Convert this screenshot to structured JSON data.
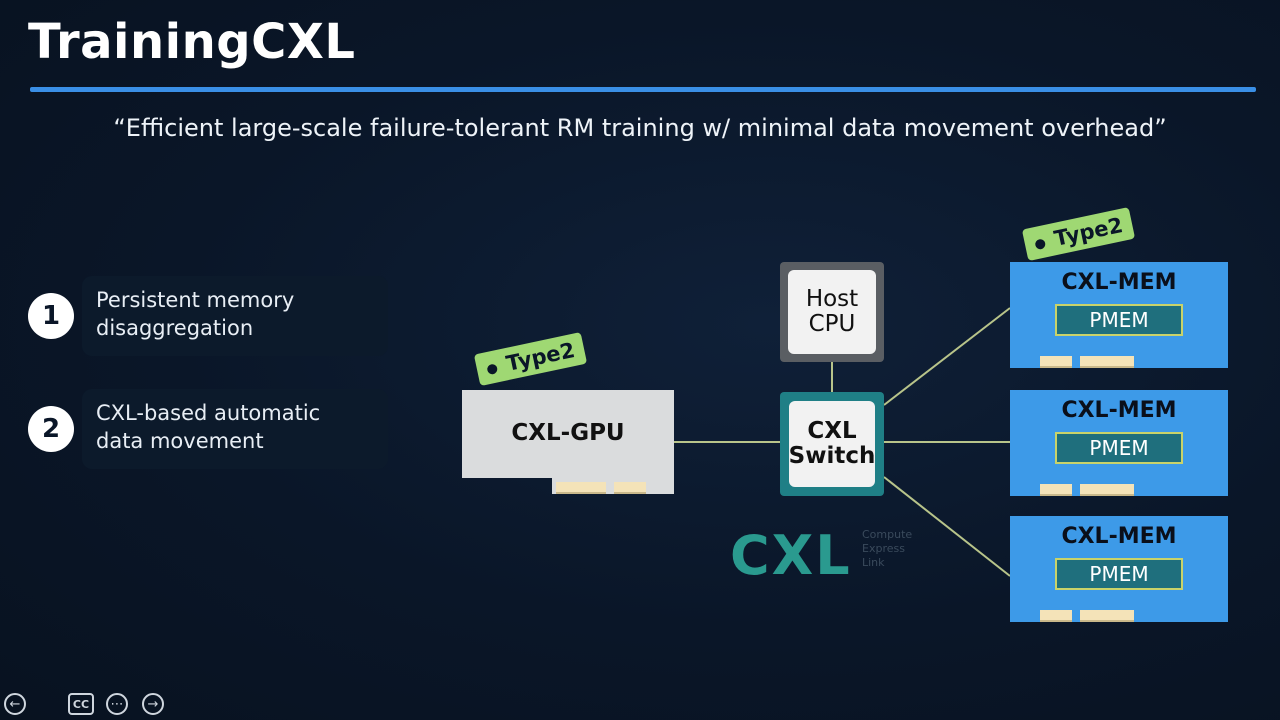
{
  "slide": {
    "title": "TrainingCXL",
    "subtitle": "“Efficient large-scale failure-tolerant RM training w/ minimal data movement overhead”"
  },
  "items": [
    {
      "number": "1",
      "line1": "Persistent memory",
      "line2": "disaggregation"
    },
    {
      "number": "2",
      "line1": "CXL-based automatic",
      "line2": "data movement"
    }
  ],
  "diagram": {
    "gpu": {
      "label": "CXL-GPU",
      "tag": "Type2"
    },
    "host": {
      "line1": "Host",
      "line2": "CPU"
    },
    "switch": {
      "line1": "CXL",
      "line2": "Switch"
    },
    "memories": [
      {
        "label": "CXL-MEM",
        "inner": "PMEM",
        "tag": "Type2"
      },
      {
        "label": "CXL-MEM",
        "inner": "PMEM"
      },
      {
        "label": "CXL-MEM",
        "inner": "PMEM"
      }
    ],
    "logo": {
      "text": "CXL",
      "sub1": "Compute",
      "sub2": "Express",
      "sub3": "Link"
    }
  },
  "colors": {
    "background": "#0a1628",
    "accent_rule": "#3a8fe6",
    "mem_blue": "#3d9ae8",
    "tag_green": "#9fd873",
    "switch_teal": "#1f7f86",
    "link_line": "#b8c48a"
  },
  "controls": {
    "prev": "back-arrow-icon",
    "captions": "CC",
    "more": "more-icon",
    "next": "forward-arrow-icon"
  }
}
